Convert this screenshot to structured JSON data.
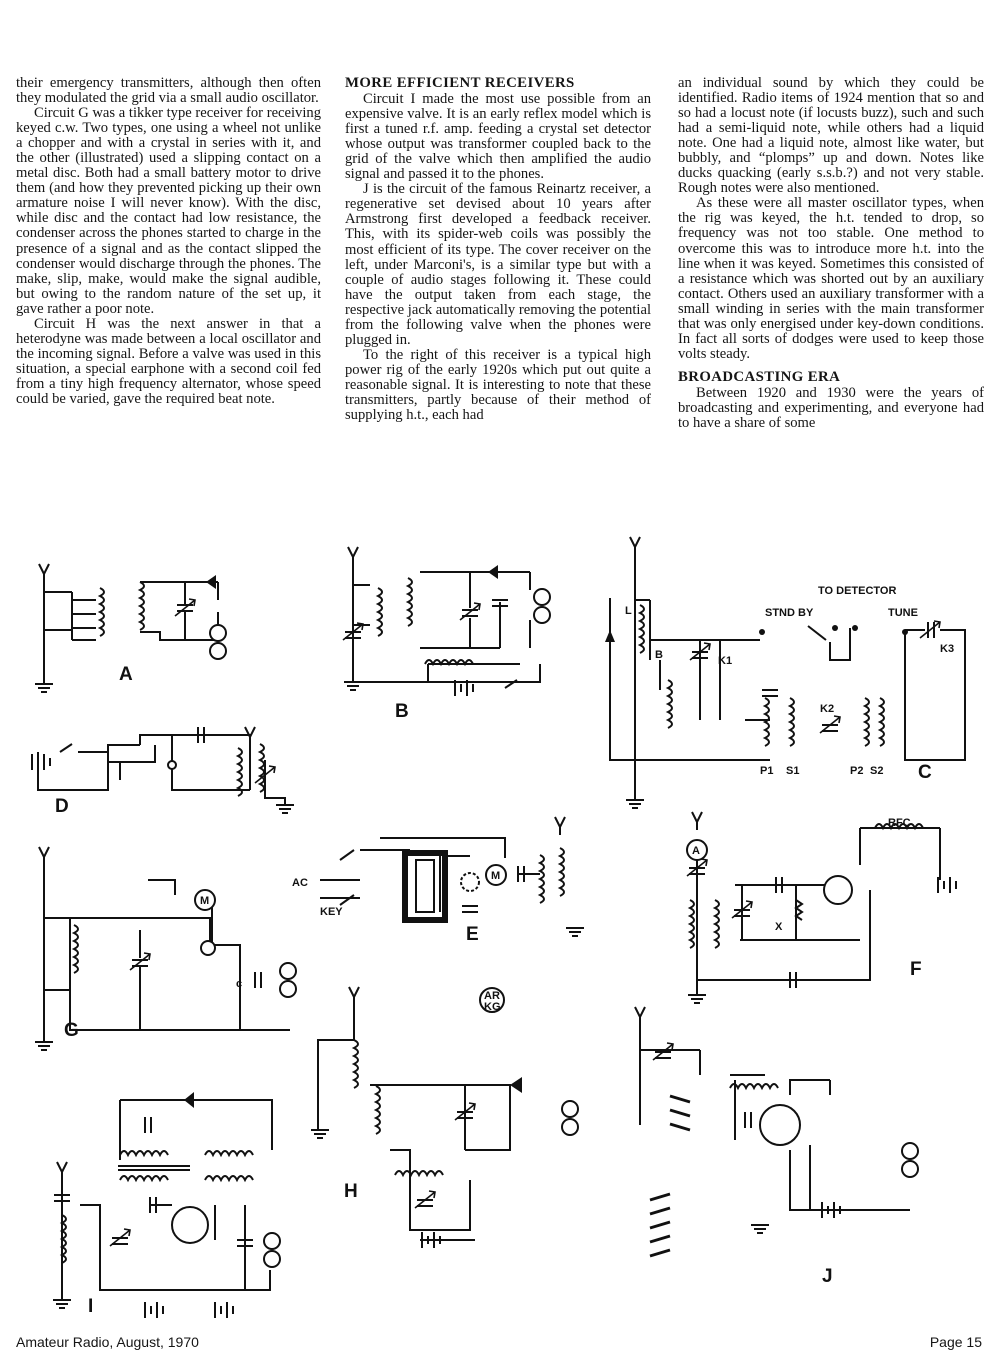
{
  "col1": {
    "p1": "their emergency transmitters, although then often they modulated the grid via a small audio oscillator.",
    "p2": "Circuit G was a tikker type receiver for receiving keyed c.w. Two types, one using a wheel not unlike a chopper and with a crystal in series with it, and the other (illustrated) used a slipping contact on a metal disc. Both had a small battery motor to drive them (and how they prevented picking up their own armature noise I will never know). With the disc, while disc and the contact had low resistance, the condenser across the phones started to charge in the presence of a signal and as the contact slipped the condenser would discharge through the phones. The make, slip, make, would make the signal audible, but owing to the random nature of the set up, it gave rather a poor note.",
    "p3": "Circuit H was the next answer in that a heterodyne was made between a local oscillator and the incoming signal. Before a valve was used in this situation, a special earphone with a second coil fed from a tiny high frequency alternator, whose speed could be varied, gave the required beat note."
  },
  "col2": {
    "heading": "MORE EFFICIENT RECEIVERS",
    "p1": "Circuit I made the most use possible from an expensive valve. It is an early reflex model which is first a tuned r.f. amp. feeding a crystal set detector whose output was transformer coupled back to the grid of the valve which then amplified the audio signal and passed it to the phones.",
    "p2": "J is the circuit of the famous Reinartz receiver, a regenerative set devised about 10 years after Armstrong first developed a feedback receiver. This, with its spider-web coils was possibly the most efficient of its type. The cover receiver on the left, under Marconi's, is a similar type but with a couple of audio stages following it. These could have the output taken from each stage, the respective jack automatically removing the potential from the following valve when the phones were plugged in.",
    "p3": "To the right of this receiver is a typical high power rig of the early 1920s which put out quite a reasonable signal. It is interesting to note that these transmitters, partly because of their method of supplying h.t., each had"
  },
  "col3": {
    "p1": "an individual sound by which they could be identified. Radio items of 1924 mention that so and so had a locust note (if locusts buzz), such and such had a semi-liquid note, while others had a liquid note. One had a liquid note, almost like water, but bubbly, and “plomps” up and down. Notes like ducks quacking (early s.s.b.?) and not very stable. Rough notes were also mentioned.",
    "p2": "As these were all master oscillator types, when the rig was keyed, the h.t. tended to drop, so frequency was not too stable. One method to overcome this was to introduce more h.t. into the line when it was keyed. Sometimes this consisted of a resistance which was shorted out by an auxiliary contact. Others used an auxiliary transformer with a small winding in series with the main transformer that was only energised under key-down conditions. In fact all sorts of dodges were used to keep those volts steady.",
    "heading": "BROADCASTING ERA",
    "p3": "Between 1920 and 1930 were the years of broadcasting and experimenting, and everyone had to have a share of some"
  },
  "diagrams": {
    "A": "A",
    "B": "B",
    "C": "C",
    "D": "D",
    "E": "E",
    "F": "F",
    "G": "G",
    "H": "H",
    "I": "I",
    "J": "J",
    "c_to_detector": "TO DETECTOR",
    "c_stnd_by": "STND BY",
    "c_tune": "TUNE",
    "c_L": "L",
    "c_B": "B",
    "c_K1": "K1",
    "c_K2": "K2",
    "c_K3": "K3",
    "c_P1": "P1",
    "c_S1": "S1",
    "c_P2": "P2",
    "c_S2": "S2",
    "e_ac": "AC",
    "e_key": "KEY",
    "e_M": "M",
    "e_ar": "AR",
    "e_kg": "KG",
    "f_rfc": "RFC",
    "f_A": "A",
    "f_X": "X",
    "g_M": "M",
    "g_c": "c"
  },
  "footer": {
    "left": "Amateur Radio, August, 1970",
    "right": "Page 15"
  }
}
